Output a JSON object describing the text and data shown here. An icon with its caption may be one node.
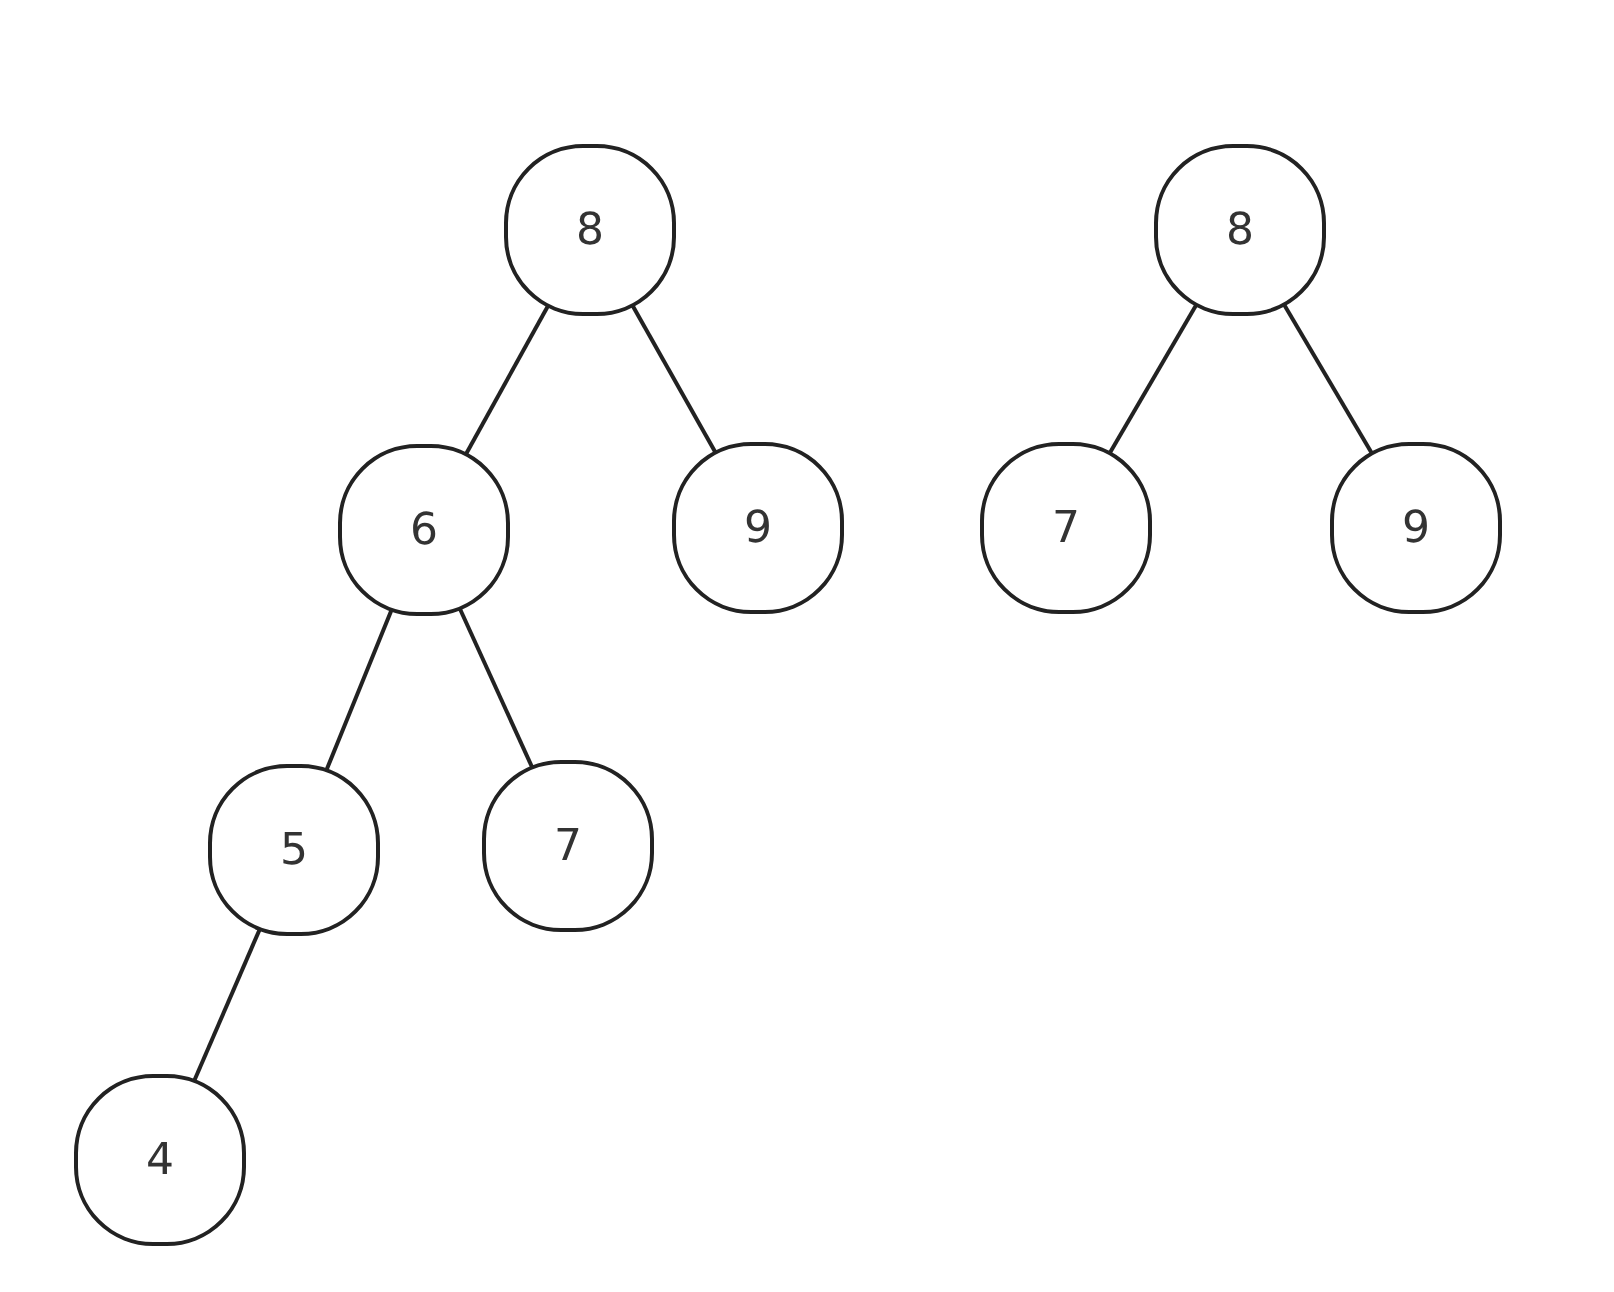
{
  "diagram": {
    "nodes": [
      {
        "text": [
          "8"
        ]
      },
      {
        "text": [
          "6"
        ]
      },
      {
        "text": [
          "9"
        ]
      },
      {
        "text": [
          "5"
        ]
      },
      {
        "text": [
          "7"
        ]
      },
      {
        "text": [
          "4"
        ]
      },
      {
        "text": [
          "8"
        ]
      },
      {
        "text": [
          "7"
        ]
      },
      {
        "text": [
          "9"
        ]
      }
    ],
    "edges": [
      {
        "from": 0,
        "to": 1,
        "arrow": "none"
      },
      {
        "from": 0,
        "to": 2,
        "arrow": "none"
      },
      {
        "from": 1,
        "to": 3,
        "arrow": "none"
      },
      {
        "from": 1,
        "to": 4,
        "arrow": "none"
      },
      {
        "from": 3,
        "to": 5,
        "arrow": "none"
      },
      {
        "from": 6,
        "to": 7,
        "arrow": "none"
      },
      {
        "from": 6,
        "to": 8,
        "arrow": "none"
      }
    ]
  }
}
